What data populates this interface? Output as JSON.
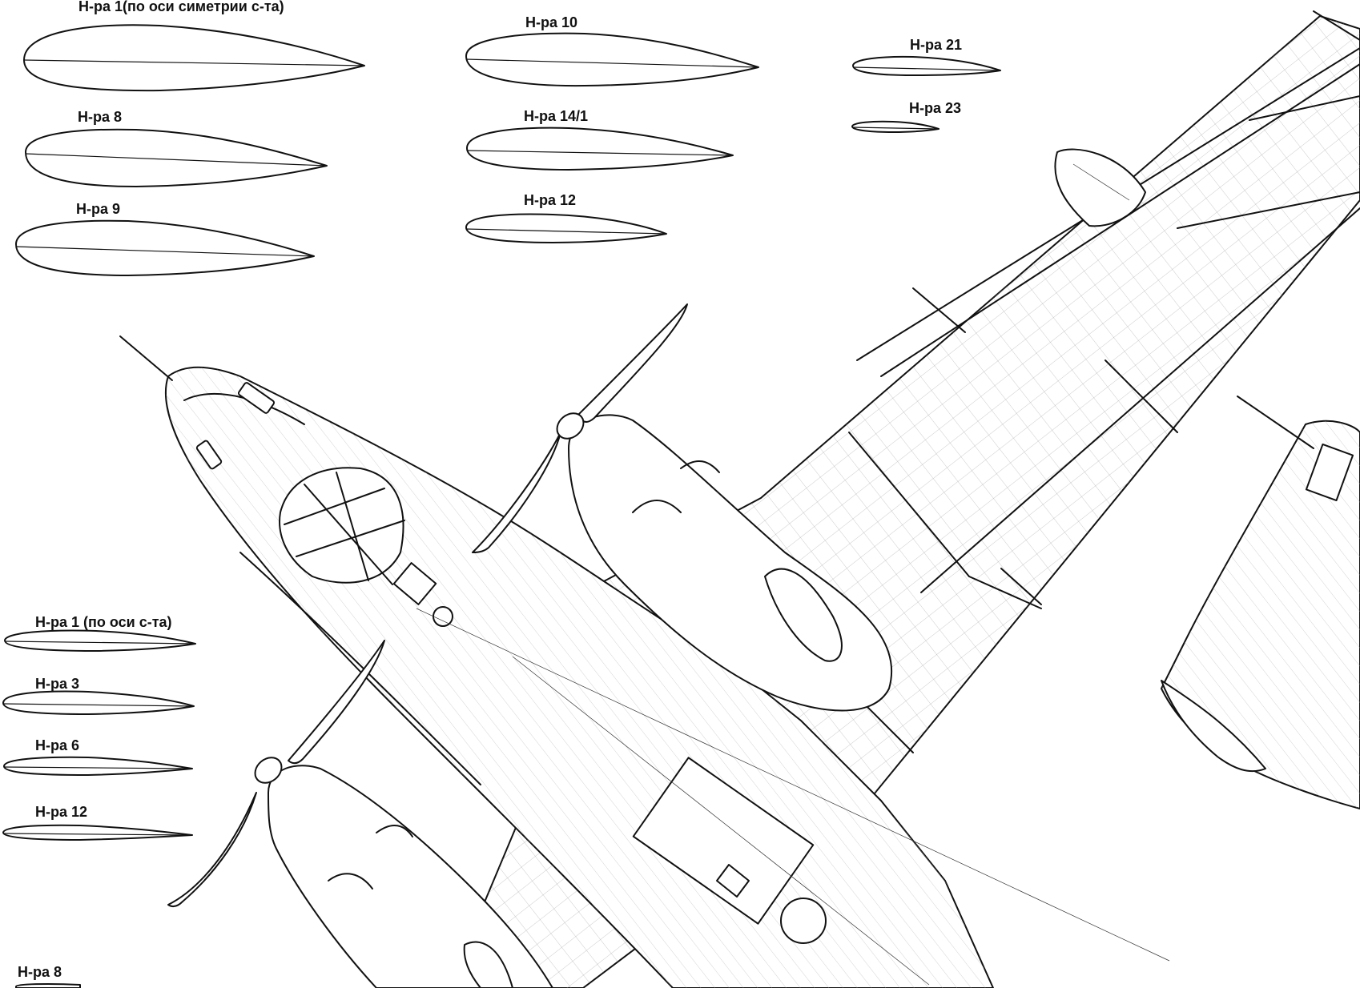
{
  "colors": {
    "ink": "#111111",
    "paper": "#ffffff",
    "hatch": "#333333"
  },
  "profiles": [
    {
      "id": "p1",
      "label": "Н-ра 1(по оси симетрии с-та)"
    },
    {
      "id": "p8",
      "label": "Н-ра 8"
    },
    {
      "id": "p9",
      "label": "Н-ра 9"
    },
    {
      "id": "p10",
      "label": "Н-ра 10"
    },
    {
      "id": "p14",
      "label": "Н-ра 14/1"
    },
    {
      "id": "p12",
      "label": "Н-ра 12"
    },
    {
      "id": "p21",
      "label": "Н-ра 21"
    },
    {
      "id": "p23",
      "label": "Н-ра 23"
    },
    {
      "id": "q1",
      "label": "Н-ра 1 (по оси с-та)"
    },
    {
      "id": "q3",
      "label": "Н-ра 3"
    },
    {
      "id": "q6",
      "label": "Н-ра 6"
    },
    {
      "id": "q12",
      "label": "Н-ра 12"
    },
    {
      "id": "q8",
      "label": "Н-ра 8"
    }
  ]
}
